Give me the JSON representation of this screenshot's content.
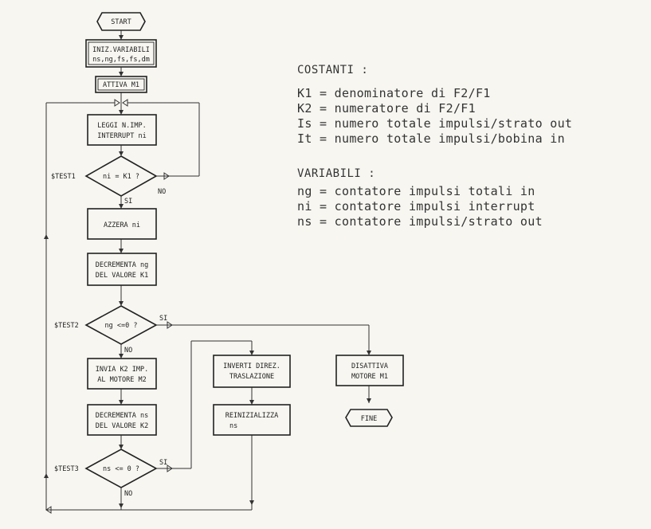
{
  "nodes": {
    "start": "START",
    "init_1": "INIZ.VARIABILI",
    "init_2": "ns,ng,fs,fs,dm",
    "attiva": "ATTIVA M1",
    "leggi_1": "LEGGI N.IMP.",
    "leggi_2": "INTERRUPT ni",
    "test1": "ni = K1 ?",
    "azzera": "AZZERA ni",
    "decng_1": "DECREMENTA ng",
    "decng_2": "DEL VALORE K1",
    "test2": "ng <=0 ?",
    "invia_1": "INVIA K2 IMP.",
    "invia_2": "AL MOTORE M2",
    "decns_1": "DECREMENTA ns",
    "decns_2": "DEL VALORE K2",
    "test3": "ns <= 0 ?",
    "inverti_1": "INVERTI DIREZ.",
    "inverti_2": "TRASLAZIONE",
    "reinit_1": "REINIZIALIZZA",
    "reinit_2": "ns",
    "disatt_1": "DISATTIVA",
    "disatt_2": "MOTORE M1",
    "fine": "FINE"
  },
  "labels": {
    "test1_tag": "$TEST1",
    "test2_tag": "$TEST2",
    "test3_tag": "$TEST3",
    "test1_no": "NO",
    "test1_si": "SI",
    "test2_si": "SI",
    "test2_no": "NO",
    "test3_si": "SI",
    "test3_no": "NO"
  },
  "legend": {
    "costanti_title": "COSTANTI :",
    "costanti": [
      "K1 = denominatore di F2/F1",
      "K2 = numeratore di F2/F1",
      "Is = numero totale impulsi/strato out",
      "It = numero totale impulsi/bobina in"
    ],
    "variabili_title": "VARIABILI :",
    "variabili": [
      "ng = contatore impulsi totali in",
      "ni = contatore impulsi interrupt",
      "ns = contatore impulsi/strato out"
    ]
  }
}
